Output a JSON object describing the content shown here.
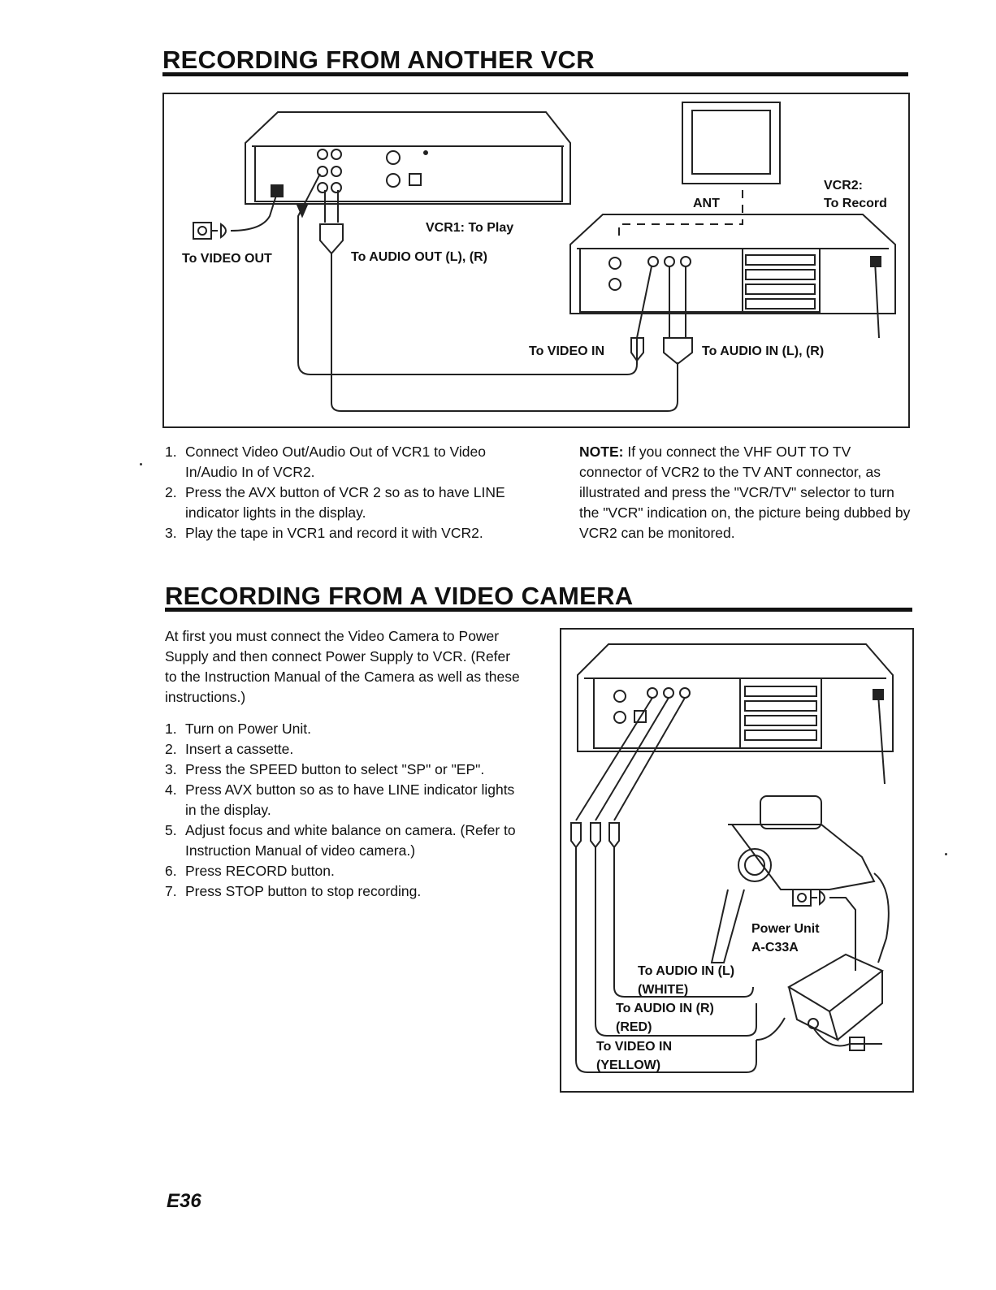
{
  "section1": {
    "title": "RECORDING FROM ANOTHER VCR",
    "diagram_labels": {
      "vcr2": "VCR2:",
      "to_record": "To Record",
      "ant": "ANT",
      "vcr1_play": "VCR1: To Play",
      "to_video_out": "To VIDEO OUT",
      "to_audio_out": "To AUDIO OUT (L), (R)",
      "to_video_in": "To VIDEO IN",
      "to_audio_in": "To AUDIO IN (L), (R)"
    },
    "steps": [
      {
        "num": "1.",
        "text": "Connect Video Out/Audio Out of VCR1 to Video In/Audio In of VCR2."
      },
      {
        "num": "2.",
        "text": "Press the AVX button of VCR 2 so as to have LINE indicator lights in the display."
      },
      {
        "num": "3.",
        "text": "Play the tape in VCR1 and record it with VCR2."
      }
    ],
    "note_label": "NOTE:",
    "note_text": "If you connect the VHF OUT TO TV connector of VCR2 to the TV ANT connector, as illustrated and press the \"VCR/TV\" selector to turn the \"VCR\" indication on, the picture being dubbed by VCR2 can be monitored."
  },
  "section2": {
    "title": "RECORDING FROM A VIDEO CAMERA",
    "intro": "At first you must connect the Video Camera to Power Supply and then connect Power Supply to VCR. (Refer to the Instruction Manual of the Camera as well as these instructions.)",
    "steps": [
      {
        "num": "1.",
        "text": "Turn on Power Unit."
      },
      {
        "num": "2.",
        "text": "Insert a cassette."
      },
      {
        "num": "3.",
        "text": "Press the SPEED button to select \"SP\" or \"EP\"."
      },
      {
        "num": "4.",
        "text": "Press AVX button so as to have LINE indicator lights in the display."
      },
      {
        "num": "5.",
        "text": "Adjust focus and white balance on camera. (Refer to Instruction Manual of video camera.)"
      },
      {
        "num": "6.",
        "text": "Press RECORD button."
      },
      {
        "num": "7.",
        "text": "Press STOP button to stop recording."
      }
    ],
    "diagram_labels": {
      "power_unit": "Power Unit",
      "power_model": "A-C33A",
      "audio_l": "To AUDIO IN (L)",
      "white": "(WHITE)",
      "audio_r": "To AUDIO IN (R)",
      "red": "(RED)",
      "video_in": "To VIDEO IN",
      "yellow": "(YELLOW)"
    }
  },
  "page_number": "E36"
}
